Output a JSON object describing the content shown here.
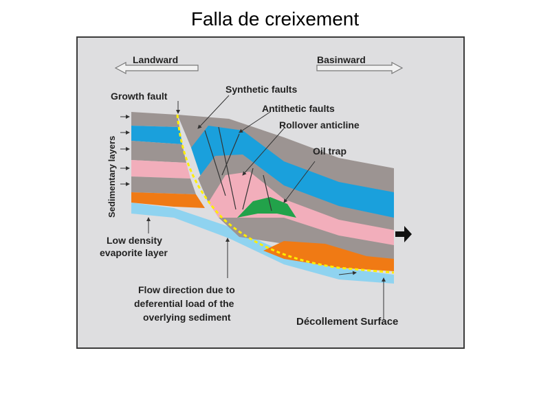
{
  "title": "Falla de creixement",
  "labels": {
    "landward": "Landward",
    "basinward": "Basinward",
    "growth_fault": "Growth fault",
    "synthetic_faults": "Synthetic faults",
    "antithetic_faults": "Antithetic faults",
    "rollover_anticline": "Rollover anticline",
    "oil_trap": "Oil trap",
    "sedimentary_layers": "Sedimentary layers",
    "low_density_line1": "Low density",
    "low_density_line2": "evaporite layer",
    "flow_line1": "Flow direction due to",
    "flow_line2": "deferential load of the",
    "flow_line3": "overlying sediment",
    "decollement": "Décollement Surface"
  },
  "colors": {
    "background": "#dedee0",
    "grey_layer": "#9c9492",
    "blue_layer": "#1aa0dc",
    "pink_layer": "#f2aebb",
    "orange_layer": "#f07a14",
    "evaporite": "#8fd3f0",
    "oil": "#22a24a",
    "fault_line": "#ffee00"
  }
}
